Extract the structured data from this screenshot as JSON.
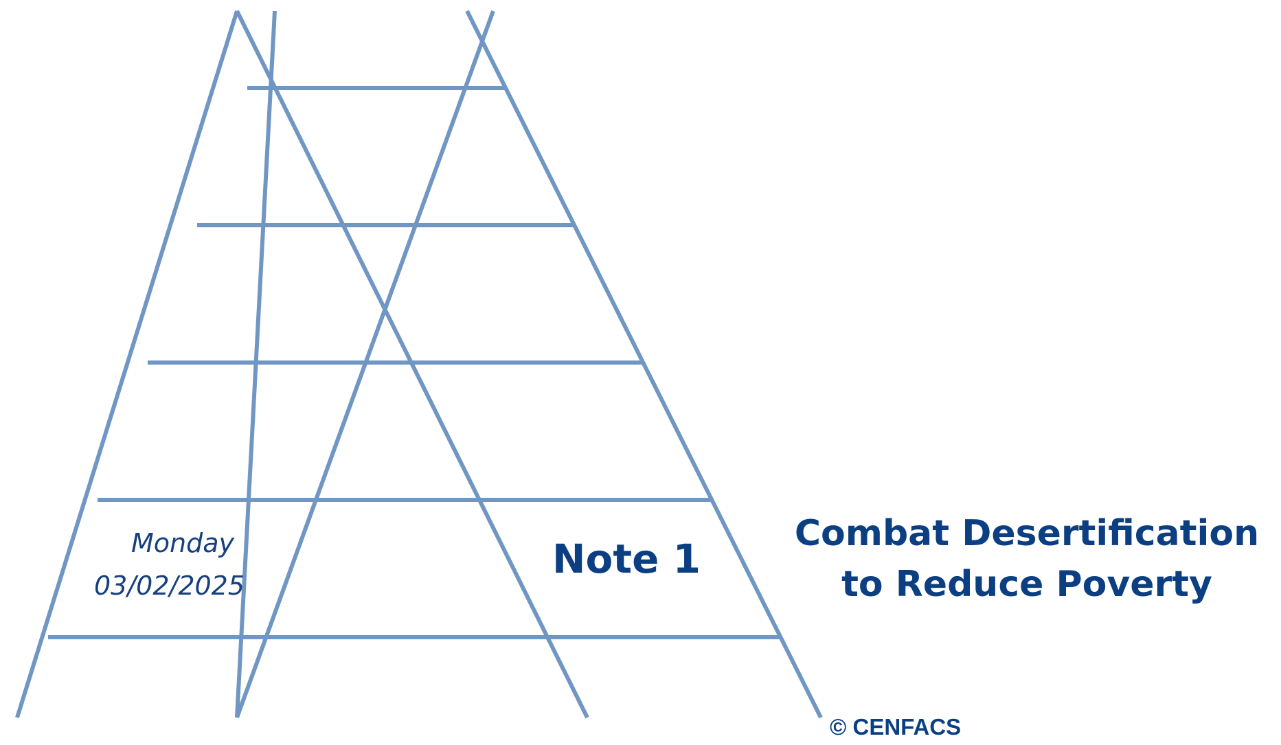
{
  "date": {
    "day": "Monday",
    "value": "03/02/2025"
  },
  "note": {
    "label": "Note 1"
  },
  "headline": {
    "line1": "Combat Desertification",
    "line2": "to Reduce Poverty"
  },
  "copyright": "© CENFACS",
  "colors": {
    "ladder": "#7096c3",
    "text": "#0c3f82"
  }
}
